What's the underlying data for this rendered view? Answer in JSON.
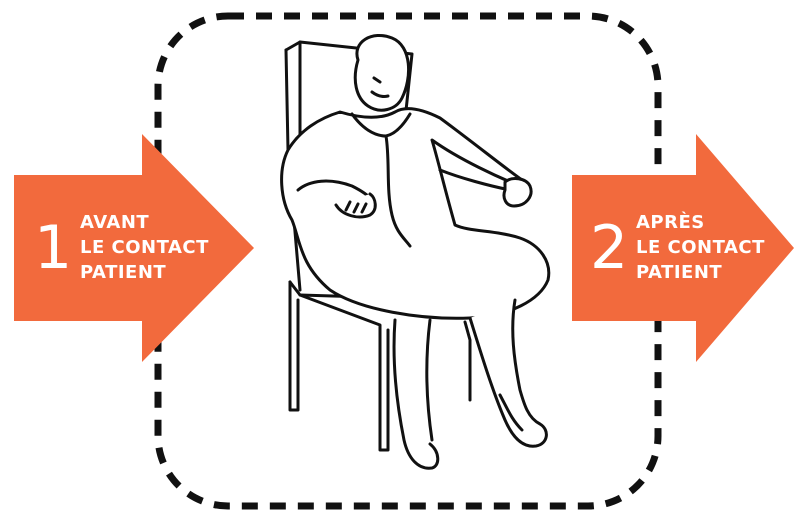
{
  "colors": {
    "arrow_fill": "#f26a3d",
    "arrow_text": "#ffffff",
    "dash_border": "#111111",
    "line_art": "#111111"
  },
  "moment_1": {
    "number": "1",
    "line1": "AVANT",
    "line2": "LE CONTACT",
    "line3": "PATIENT"
  },
  "moment_2": {
    "number": "2",
    "line1": "APRÈS",
    "line2": "LE CONTACT",
    "line3": "PATIENT"
  },
  "illustration": {
    "icon": "seated-patient-icon"
  }
}
